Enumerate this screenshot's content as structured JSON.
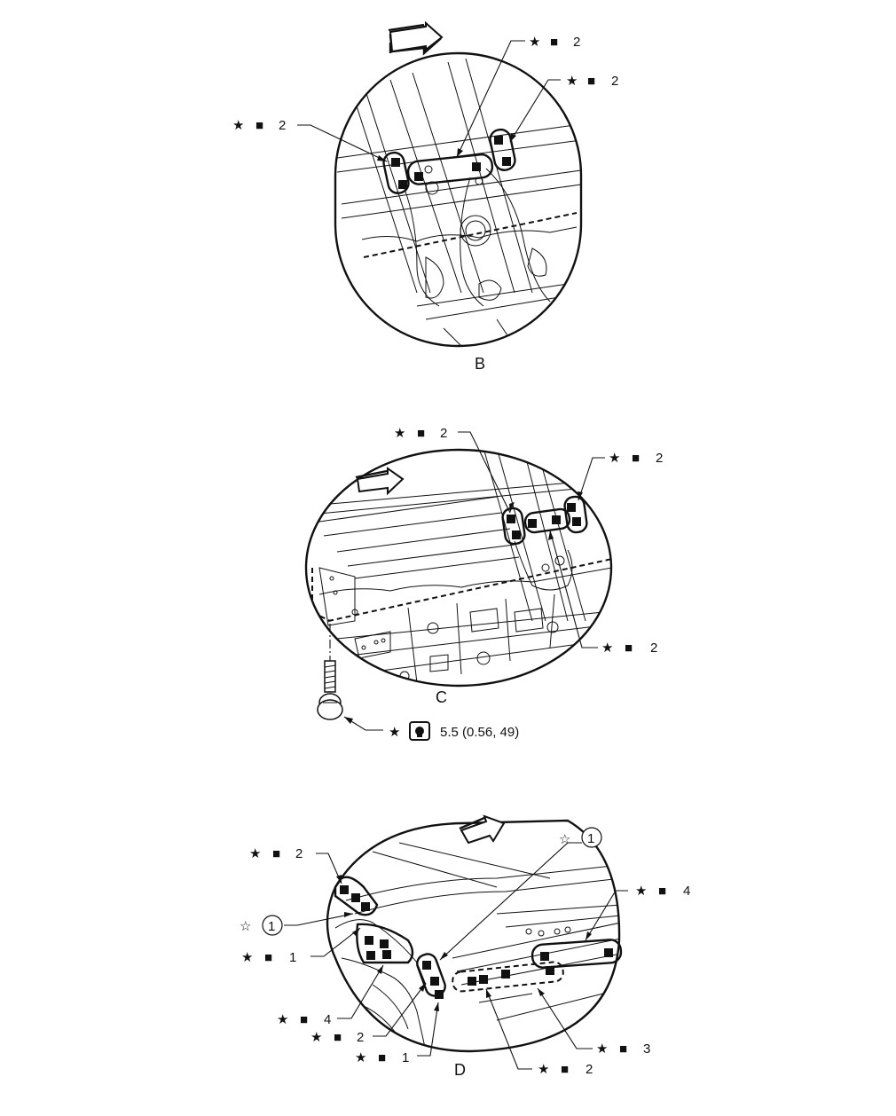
{
  "views": [
    {
      "label": "B",
      "callouts": [
        {
          "symbol": "★",
          "marker": "■",
          "value": "2"
        },
        {
          "symbol": "★",
          "marker": "■",
          "value": "2"
        },
        {
          "symbol": "★",
          "marker": "■",
          "value": "2"
        }
      ]
    },
    {
      "label": "C",
      "callouts": [
        {
          "symbol": "★",
          "marker": "■",
          "value": "2"
        },
        {
          "symbol": "★",
          "marker": "■",
          "value": "2"
        },
        {
          "symbol": "★",
          "marker": "■",
          "value": "2"
        }
      ],
      "torque": {
        "symbol": "★",
        "spec": "5.5 (0.56, 49)"
      }
    },
    {
      "label": "D",
      "callouts": [
        {
          "symbol": "★",
          "marker": "■",
          "value": "2"
        },
        {
          "symbol": "☆",
          "circled": "1"
        },
        {
          "symbol": "★",
          "marker": "■",
          "value": "1"
        },
        {
          "symbol": "★",
          "marker": "■",
          "value": "4"
        },
        {
          "symbol": "★",
          "marker": "■",
          "value": "2"
        },
        {
          "symbol": "★",
          "marker": "■",
          "value": "1"
        },
        {
          "symbol": "☆",
          "circled": "1"
        },
        {
          "symbol": "★",
          "marker": "■",
          "value": "4"
        },
        {
          "symbol": "★",
          "marker": "■",
          "value": "3"
        },
        {
          "symbol": "★",
          "marker": "■",
          "value": "2"
        }
      ]
    }
  ]
}
